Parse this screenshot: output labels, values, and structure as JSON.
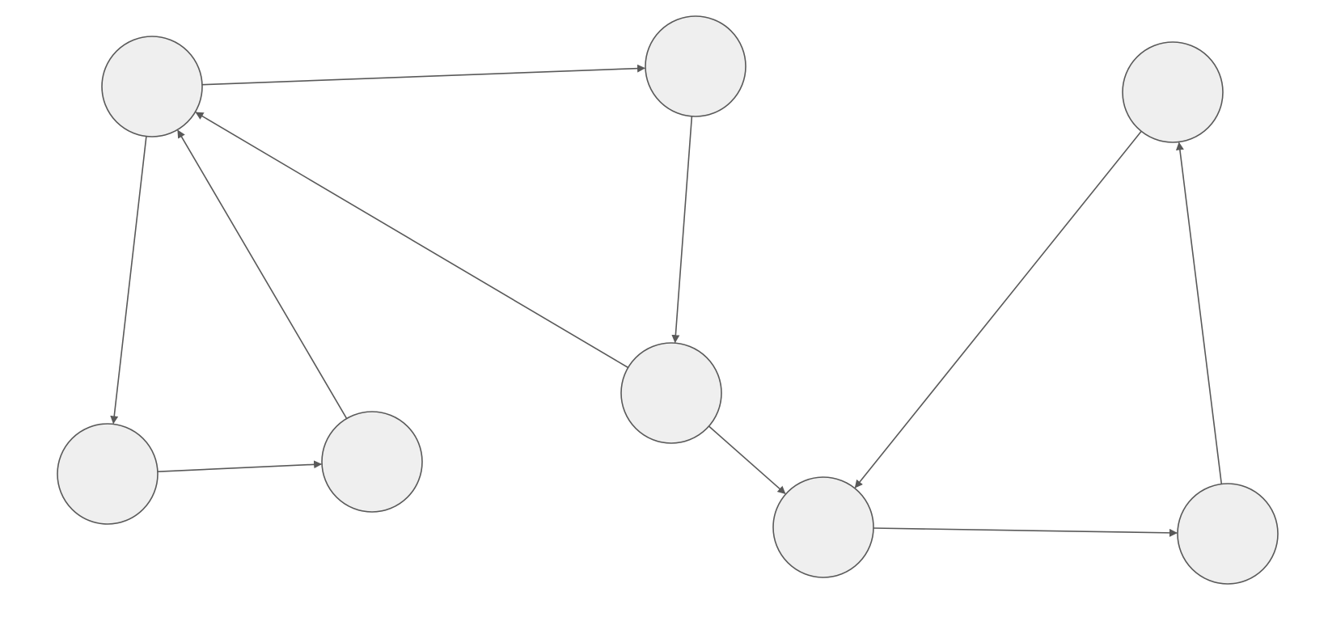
{
  "diagram": {
    "type": "directed-graph",
    "colors": {
      "background": "#ffffff",
      "node_fill": "#efefef",
      "node_stroke": "#595959",
      "edge_stroke": "#595959",
      "arrow_fill": "#595959"
    },
    "nodes": [
      {
        "id": "n1",
        "label": ""
      },
      {
        "id": "n2",
        "label": ""
      },
      {
        "id": "n3",
        "label": ""
      },
      {
        "id": "n4",
        "label": ""
      },
      {
        "id": "n5",
        "label": ""
      },
      {
        "id": "n6",
        "label": ""
      },
      {
        "id": "n7",
        "label": ""
      },
      {
        "id": "n8",
        "label": ""
      }
    ],
    "edges": [
      {
        "from": "n1",
        "to": "n2"
      },
      {
        "from": "n1",
        "to": "n4"
      },
      {
        "from": "n4",
        "to": "n5"
      },
      {
        "from": "n5",
        "to": "n1"
      },
      {
        "from": "n2",
        "to": "n3"
      },
      {
        "from": "n3",
        "to": "n1"
      },
      {
        "from": "n3",
        "to": "n7"
      },
      {
        "from": "n6",
        "to": "n7"
      },
      {
        "from": "n7",
        "to": "n8"
      },
      {
        "from": "n8",
        "to": "n6"
      }
    ]
  }
}
